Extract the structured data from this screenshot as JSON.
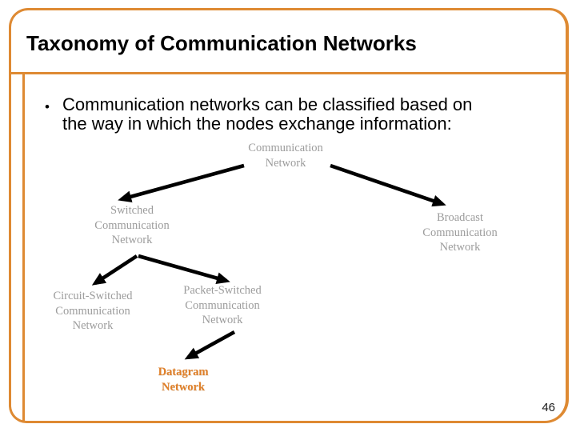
{
  "slide": {
    "title": "Taxonomy of Communication Networks",
    "bullet": {
      "marker": "•",
      "text": "Communication networks can be classified based on the way in which the nodes exchange information:",
      "lines": [
        "Communication networks can be classified based on",
        "the way in which the nodes exchange information:"
      ]
    },
    "page_number": "46"
  },
  "diagram": {
    "nodes": {
      "communication": {
        "label": "Communication Network",
        "lines": [
          "Communication",
          "Network"
        ]
      },
      "switched": {
        "label": "Switched Communication Network",
        "lines": [
          "Switched",
          "Communication",
          "Network"
        ]
      },
      "broadcast": {
        "label": "Broadcast Communication Network",
        "lines": [
          "Broadcast",
          "Communication",
          "Network"
        ]
      },
      "circuit": {
        "label": "Circuit-Switched Communication Network",
        "lines": [
          "Circuit-Switched",
          "Communication",
          "Network"
        ]
      },
      "packet": {
        "label": "Packet-Switched Communication Network",
        "lines": [
          "Packet-Switched",
          "Communication",
          "Network"
        ]
      },
      "datagram": {
        "label": "Datagram Network",
        "lines": [
          "Datagram",
          "Network"
        ]
      }
    },
    "edges": [
      {
        "from": "Communication Network",
        "to": "Switched Communication Network"
      },
      {
        "from": "Communication Network",
        "to": "Broadcast Communication Network"
      },
      {
        "from": "Switched Communication Network",
        "to": "Circuit-Switched Communication Network"
      },
      {
        "from": "Switched Communication Network",
        "to": "Packet-Switched Communication Network"
      },
      {
        "from": "Packet-Switched Communication Network",
        "to": "Datagram Network"
      }
    ]
  },
  "colors": {
    "frame_orange": "#DE8A33",
    "node_gray": "#9C9C9C",
    "highlight_orange": "#E0802A",
    "arrow_black": "#000000",
    "title_black": "#000000"
  }
}
